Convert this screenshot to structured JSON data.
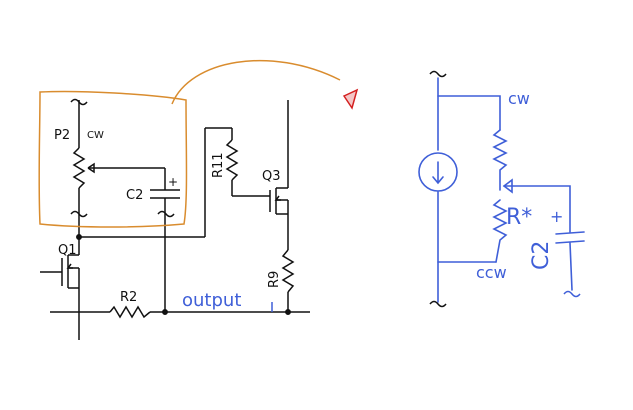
{
  "left_schematic": {
    "labels": {
      "p2": "P2",
      "cw": "CW",
      "c2": "C2",
      "plus": "+",
      "q1": "Q1",
      "r2": "R2",
      "r11": "R11",
      "q3": "Q3",
      "r9": "R9"
    },
    "output_label": "output",
    "highlight_color": "#d98c2e",
    "arrow_color": "#d42020"
  },
  "right_sketch": {
    "labels": {
      "cw": "cw",
      "ccw": "ccw",
      "r_star": "R*",
      "plus": "+",
      "c2": "C2"
    },
    "ink_color": "#3f5fd8"
  }
}
